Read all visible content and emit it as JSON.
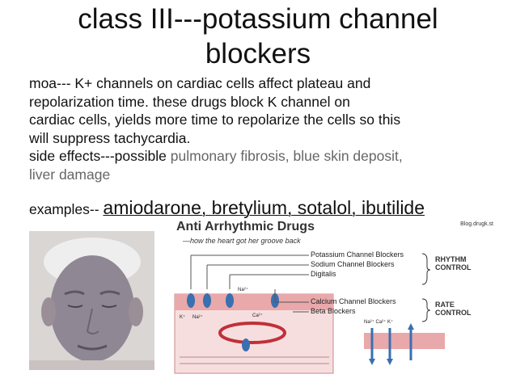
{
  "slide": {
    "title_line1": "class III---potassium channel",
    "title_line2": "blockers",
    "moa": [
      "moa--- K+ channels on cardiac cells affect plateau and",
      "repolarization time. these drugs block K channel on",
      "cardiac cells, yields more time to repolarize the cells so this",
      "will suppress tachycardia."
    ],
    "side_effects_label": "side effects---possible ",
    "side_effects_1": "pulmonary fibrosis",
    "side_effects_sep": ", ",
    "side_effects_2": "blue skin deposit",
    "side_effects_3": "liver damage",
    "examples_label": "examples-- ",
    "examples_drugs": "amiodarone, bretylium, sotalol, ibutilide"
  },
  "diagram": {
    "title": "Anti Arrhythmic Drugs",
    "subtitle": "—how the heart got her groove back",
    "brand": "Blog.drugk.st",
    "labels": {
      "potassium": "Potassium Channel Blockers",
      "sodium": "Sodium Channel Blockers",
      "digitalis": "Digitalis",
      "calcium": "Calcium Channel Blockers",
      "beta": "Beta Blockers"
    },
    "rhythm_control": [
      "RHYTHM",
      "CONTROL"
    ],
    "rate_control": [
      "RATE",
      "CONTROL"
    ],
    "ions": {
      "na2": "Na²⁺",
      "k": "K⁺",
      "na": "Na²⁺",
      "ca": "Ca²⁺",
      "legend": "Na²⁺ Ca²⁺   K⁺"
    }
  },
  "colors": {
    "membrane": "#e9a8aa",
    "cell_interior": "#f6dede",
    "channel": "#3a6fb0",
    "ring": "#c0303a",
    "skin_tint": "#8c8390"
  }
}
